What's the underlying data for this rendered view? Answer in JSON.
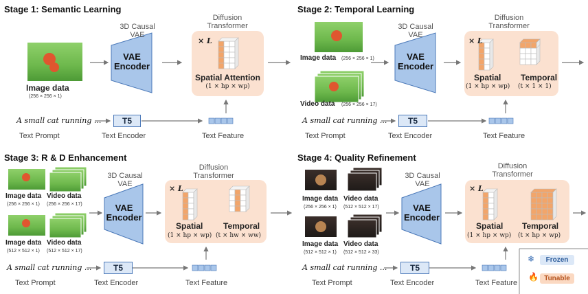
{
  "stages": [
    {
      "title": "Stage 1: Semantic Learning",
      "vae_header": "3D Causal\nVAE",
      "vae_label": "VAE\nEncoder",
      "dt_header": "Diffusion\nTransformer",
      "x_l": "× L",
      "image_label": "Image data",
      "image_dims": "(256 × 256 × 1)",
      "attention_label": "Spatial Attention",
      "attention_formula": "(1 × hp × wp)",
      "prompt": "A small cat running ...",
      "prompt_caption": "Text Prompt",
      "t5": "T5",
      "t5_caption": "Text Encoder",
      "feature_caption": "Text Feature"
    },
    {
      "title": "Stage 2: Temporal Learning",
      "vae_header": "3D Causal\nVAE",
      "vae_label": "VAE\nEncoder",
      "dt_header": "Diffusion\nTransformer",
      "x_l": "× L",
      "image_label": "Image data",
      "image_dims": "(256 × 256 × 1)",
      "video_label": "Video data",
      "video_dims": "(256 × 256 × 17)",
      "spatial_label": "Spatial",
      "spatial_formula": "(1 × hp × wp)",
      "temporal_label": "Temporal",
      "temporal_formula": "(t × 1 × 1)",
      "prompt": "A small cat running ...",
      "prompt_caption": "Text Prompt",
      "t5": "T5",
      "t5_caption": "Text Encoder",
      "feature_caption": "Text Feature"
    },
    {
      "title": "Stage 3: R & D  Enhancement",
      "vae_header": "3D Causal\nVAE",
      "vae_label": "VAE\nEncoder",
      "dt_header": "Diffusion\nTransformer",
      "x_l": "× L",
      "image_label_1": "Image data",
      "image_dims_1": "(256 × 256 × 1)",
      "video_label_1": "Video data",
      "video_dims_1": "(256 × 256 × 17)",
      "image_label_2": "Image data",
      "image_dims_2": "(512 × 512 × 1)",
      "video_label_2": "Video data",
      "video_dims_2": "(512 × 512 × 17)",
      "spatial_label": "Spatial",
      "spatial_formula": "(1 × hp × wp)",
      "temporal_label": "Temporal",
      "temporal_formula": "(t × hw × ww)",
      "prompt": "A small cat running ...",
      "prompt_caption": "Text Prompt",
      "t5": "T5",
      "t5_caption": "Text Encoder",
      "feature_caption": "Text Feature"
    },
    {
      "title": "Stage 4: Quality Refinement",
      "vae_header": "3D Causal\nVAE",
      "vae_label": "VAE\nEncoder",
      "dt_header": "Diffusion\nTransformer",
      "x_l": "× L",
      "image_label_1": "Image data",
      "image_dims_1": "(256 × 256 × 1)",
      "video_label_1": "Video data",
      "video_dims_1": "(512 × 512 × 17)",
      "image_label_2": "Image data",
      "image_dims_2": "(512 × 512 × 1)",
      "video_label_2": "Video data",
      "video_dims_2": "(512 × 512 × 33)",
      "spatial_label": "Spatial",
      "spatial_formula": "(1 × hp × wp)",
      "temporal_label": "Temporal",
      "temporal_formula": "(t × hp × wp)",
      "prompt": "A small cat running ...",
      "prompt_caption": "Text Prompt",
      "t5": "T5",
      "t5_caption": "Text Encoder",
      "feature_caption": "Text Feature"
    }
  ],
  "legend": {
    "frozen": "Frozen",
    "tunable": "Tunable",
    "frozen_icon": "snowflake-icon",
    "tunable_icon": "flame-icon"
  },
  "colors": {
    "vae_fill": "#a9c6ea",
    "vae_stroke": "#4a78b8",
    "dt_fill": "#fbe1d0",
    "orange": "#f2a56a",
    "frozen_bg": "#dce8f7",
    "tunable_bg": "#fbd9c2"
  }
}
